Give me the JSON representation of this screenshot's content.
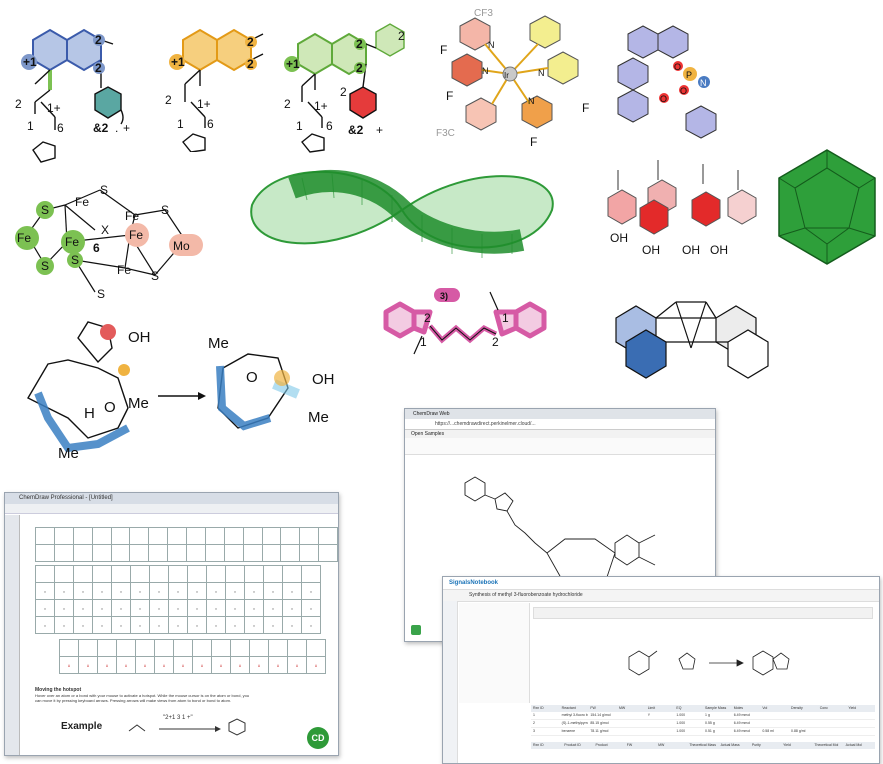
{
  "mol1": {
    "lbl_2a": "2",
    "lbl_plus1": "+1",
    "lbl_2b": "2",
    "lbl_2c": "2",
    "lbl_1p": "1+",
    "lbl_1": "1",
    "lbl_6": "6",
    "lbl_bottom": "&2",
    "lbl_dot": ".",
    "lbl_plus": "+"
  },
  "mol2": {
    "lbl_2a": "2",
    "lbl_plus1": "+1",
    "lbl_2b": "2",
    "lbl_2c": "2",
    "lbl_1p": "1+",
    "lbl_1": "1",
    "lbl_6": "6"
  },
  "mol3": {
    "lbl_2a": "2",
    "lbl_plus1": "+1",
    "lbl_2b": "2",
    "lbl_2c": "2",
    "lbl_2d": "2",
    "lbl_1p": "1+",
    "lbl_2e": "2",
    "lbl_1": "1",
    "lbl_6": "6",
    "lbl_bottom": "&2",
    "lbl_plus": "+"
  },
  "ir_complex": {
    "cf3_top": "CF3",
    "cf3_bottom": "F3C",
    "f1": "F",
    "f2": "F",
    "f3": "F",
    "f4": "F",
    "n1": "N",
    "n2": "N",
    "n3": "N",
    "n4": "N",
    "metal": "Ir"
  },
  "phosphate": {
    "o1": "O",
    "o2": "O",
    "o3": "O",
    "p": "P",
    "n": "N"
  },
  "fe_cluster": {
    "fe1": "Fe",
    "fe2": "Fe",
    "fe3": "Fe",
    "fe4": "Fe",
    "fe5": "Fe",
    "fe6": "Fe",
    "s1": "S",
    "s2": "S",
    "s3": "S",
    "s4": "S",
    "s5": "S",
    "s6": "S",
    "s7": "S",
    "x": "X",
    "mo": "Mo",
    "six": "6"
  },
  "calixarene": {
    "oh1": "OH",
    "oh2": "OH",
    "oh3": "OH",
    "oh4": "OH"
  },
  "cyanine": {
    "badge": "3)",
    "lbl_2a": "2",
    "lbl_1a": "1",
    "lbl_1b": "1",
    "lbl_2b": "2"
  },
  "terpene": {
    "oh1": "OH",
    "oh2": "OH",
    "h": "H",
    "o1": "O",
    "o2": "O",
    "me1": "Me",
    "me2": "Me",
    "me3": "Me",
    "me4": "Me"
  },
  "chemdraw_window": {
    "title": "ChemDraw Professional - [Untitled]",
    "section_example": "Example",
    "reaction_text": "\"2+1 3 1 +\"",
    "heading": "Moving the hotspot",
    "body": "Hover over an atom or a bond with your mouse to activate a hotspot. While the mouse cursor is on the atom or bond, you can move it by pressing keyboard arrows. Pressing arrows will make views from atom to bond or bond to atom.",
    "logo": "CD"
  },
  "chrome_window": {
    "tab": "ChemDraw Web",
    "url": "https://...chemdrawdirect.perkinelmer.cloud/...",
    "open_samples": "Open Samples"
  },
  "notebook_window": {
    "app": "SignalsNotebook",
    "title": "Synthesis of methyl 3-fluorobenzoate hydrochloride",
    "columns": [
      "Rxn ID",
      "Reactant",
      "FW",
      "MW",
      "Limit",
      "EQ",
      "Sample Mass",
      "Moles",
      "Vol",
      "Density",
      "Conc",
      "Yield"
    ],
    "rows": [
      [
        "1",
        "methyl 3-fluoro benzoate",
        "154.14 g/mol",
        "",
        "Y",
        "1.000",
        "1 g",
        "6.49 mmol",
        "",
        "",
        "",
        ""
      ],
      [
        "2",
        "(S)-1-methylpyrrolidine",
        "85.15 g/mol",
        "",
        "",
        "1.000",
        "0.55 g",
        "6.49 mmol",
        "",
        "",
        "",
        ""
      ],
      [
        "3",
        "benzene",
        "78.11 g/mol",
        "",
        "",
        "1.000",
        "0.51 g",
        "6.49 mmol",
        "0.58 ml",
        "0.88 g/ml",
        "",
        ""
      ]
    ],
    "footer_cols": [
      "Rxn ID",
      "Product ID",
      "Product",
      "FW",
      "MW",
      "Theoretical Mass",
      "Actual Mass",
      "Purity",
      "Yield",
      "Theoretical Mol",
      "Actual Mol"
    ]
  },
  "colors": {
    "blue": "#7d97c9",
    "orange": "#f0b341",
    "green": "#7cc152",
    "red": "#e53b3b",
    "pink": "#d65aa5",
    "dark_green": "#1f8d2c"
  }
}
